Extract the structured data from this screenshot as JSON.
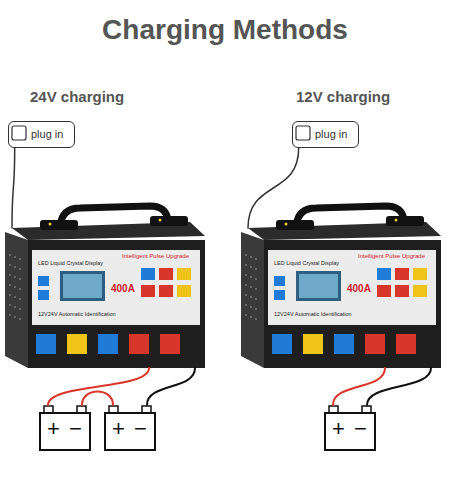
{
  "diagram": {
    "title": "Charging Methods",
    "nodes": [
      {
        "text": [
          "plug in"
        ]
      },
      {
        "text": [
          "plug in"
        ]
      },
      {
        "text": [
          "Intelligent Pulse Upgrade",
          "LED Liquid Crystal Display",
          "400A",
          "12V24V Automatic Identification"
        ]
      },
      {
        "text": [
          "Intelligent Pulse Upgrade",
          "LED Liquid Crystal Display",
          "400A",
          "12V24V Automatic Identification"
        ]
      },
      {
        "text": [
          "+",
          "−"
        ]
      },
      {
        "text": [
          "+",
          "−"
        ]
      },
      {
        "text": [
          "+",
          "−"
        ]
      }
    ],
    "edges": [
      {
        "from": 0,
        "to": 2,
        "arrow": "none"
      },
      {
        "from": 1,
        "to": 3,
        "arrow": "none"
      },
      {
        "from": 2,
        "to": 4,
        "arrow": "none"
      },
      {
        "from": 2,
        "to": 5,
        "arrow": "none"
      },
      {
        "from": 4,
        "to": 5,
        "arrow": "none"
      },
      {
        "from": 3,
        "to": 6,
        "arrow": "none"
      },
      {
        "from": 3,
        "to": 6,
        "arrow": "none"
      }
    ],
    "labels": [
      "24V charging",
      "12V charging"
    ]
  }
}
